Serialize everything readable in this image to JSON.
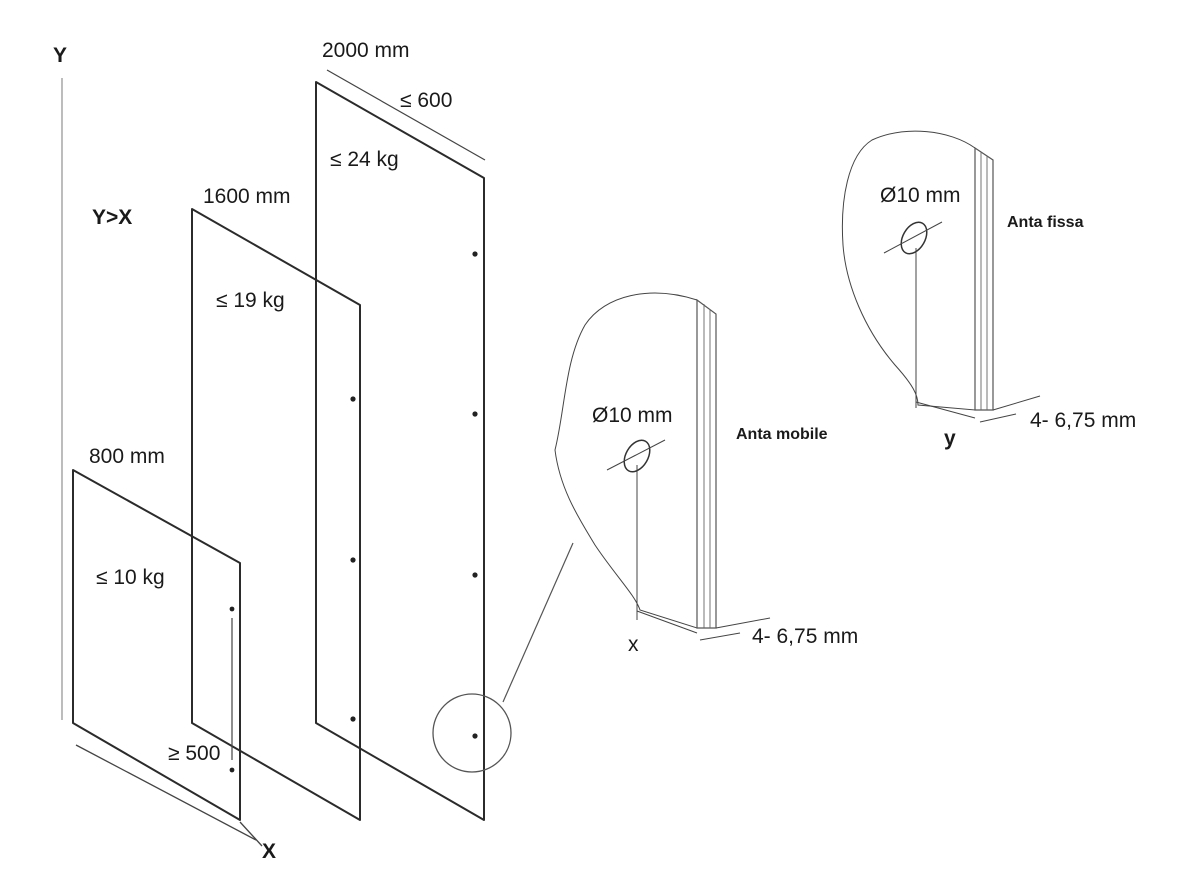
{
  "axis": {
    "y": "Y",
    "x": "X",
    "condition": "Y>X"
  },
  "panels": {
    "small": {
      "height": "800 mm",
      "weight": "≤ 10 kg",
      "hinge_spacing": "≥ 500"
    },
    "medium": {
      "height": "1600 mm",
      "weight": "≤ 19 kg"
    },
    "large": {
      "height": "2000 mm",
      "weight": "≤ 24 kg",
      "max_width": "≤ 600"
    }
  },
  "detail_mobile": {
    "title": "Anta mobile",
    "hole": "Ø10 mm",
    "thickness": "4- 6,75 mm",
    "offset": "x"
  },
  "detail_fixed": {
    "title": "Anta fissa",
    "hole": "Ø10 mm",
    "thickness": "4- 6,75 mm",
    "offset": "y"
  }
}
